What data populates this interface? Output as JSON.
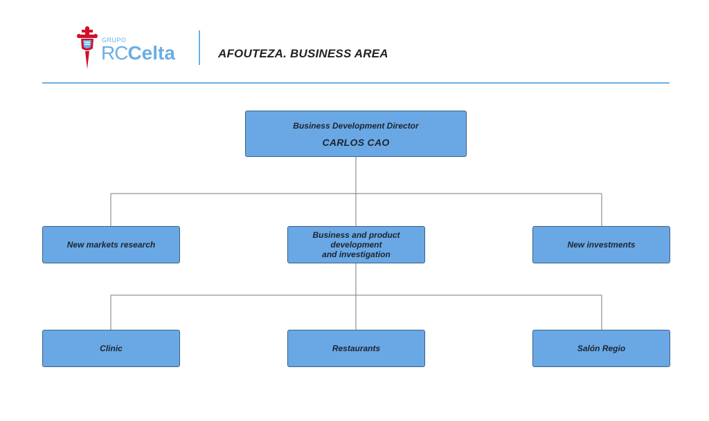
{
  "header": {
    "logo_small": "GRUPO",
    "logo_rc": "RC",
    "logo_celta": "Celta",
    "area_title": "AFOUTEZA. BUSINESS AREA"
  },
  "colors": {
    "accent": "#6aaee3",
    "box_fill": "#69a8e4",
    "box_border": "#3b5f86",
    "crest_red": "#d0112b",
    "connector": "#7a7a7a"
  },
  "org_chart": {
    "director": {
      "role": "Business Development Director",
      "name": "CARLOS CAO"
    },
    "level2": [
      {
        "label": "New markets research"
      },
      {
        "label": "Business and product\ndevelopment\nand investigation"
      },
      {
        "label": "New investments"
      }
    ],
    "level3": [
      {
        "label": "Clinic"
      },
      {
        "label": "Restaurants"
      },
      {
        "label": "Salón Regio"
      }
    ]
  }
}
